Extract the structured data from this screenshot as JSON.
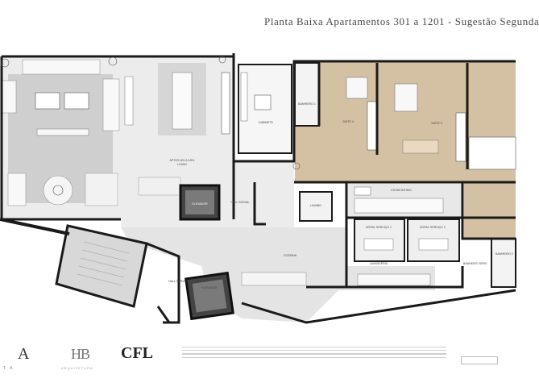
{
  "title": "Planta  Baixa  Apartamentos  301 a 1201 - Sugestão Segunda",
  "rooms": {
    "living": "APTOS 301 A 1201",
    "living_sub": "LIVING",
    "gabinete": "GABINETE",
    "banheiro1": "BANHEIRO 1",
    "suite4": "SUÍTE 4",
    "suite3": "SUÍTE 3",
    "elevador_social": "ELEVADOR",
    "hall_social": "HALL SOCIAL",
    "lavabo": "LAVABO",
    "estar_intimo": "ESTAR ÍNTIMO",
    "dorm1": "DORM. SERVIÇO 1",
    "dorm2": "DORM. SERVIÇO 2",
    "lavanderia": "LAVANDERIA",
    "cozinha": "COZINHA",
    "hall_servico": "HALL SERVIÇO",
    "elevador_servico": "ELEVADOR",
    "banheiro_servico": "BANHEIRO SERV.",
    "banheiro2": "BANHEIRO 2"
  },
  "logos": {
    "a": "A",
    "a_sub": "T A",
    "hb": "HB",
    "hb_sub": "ARQUITETURA",
    "cfl": "CFL"
  },
  "colors": {
    "wood": "#d4c0a3",
    "wall": "#1a1a1a",
    "floor": "#e6e6e6",
    "rug": "#c9c9c9"
  }
}
